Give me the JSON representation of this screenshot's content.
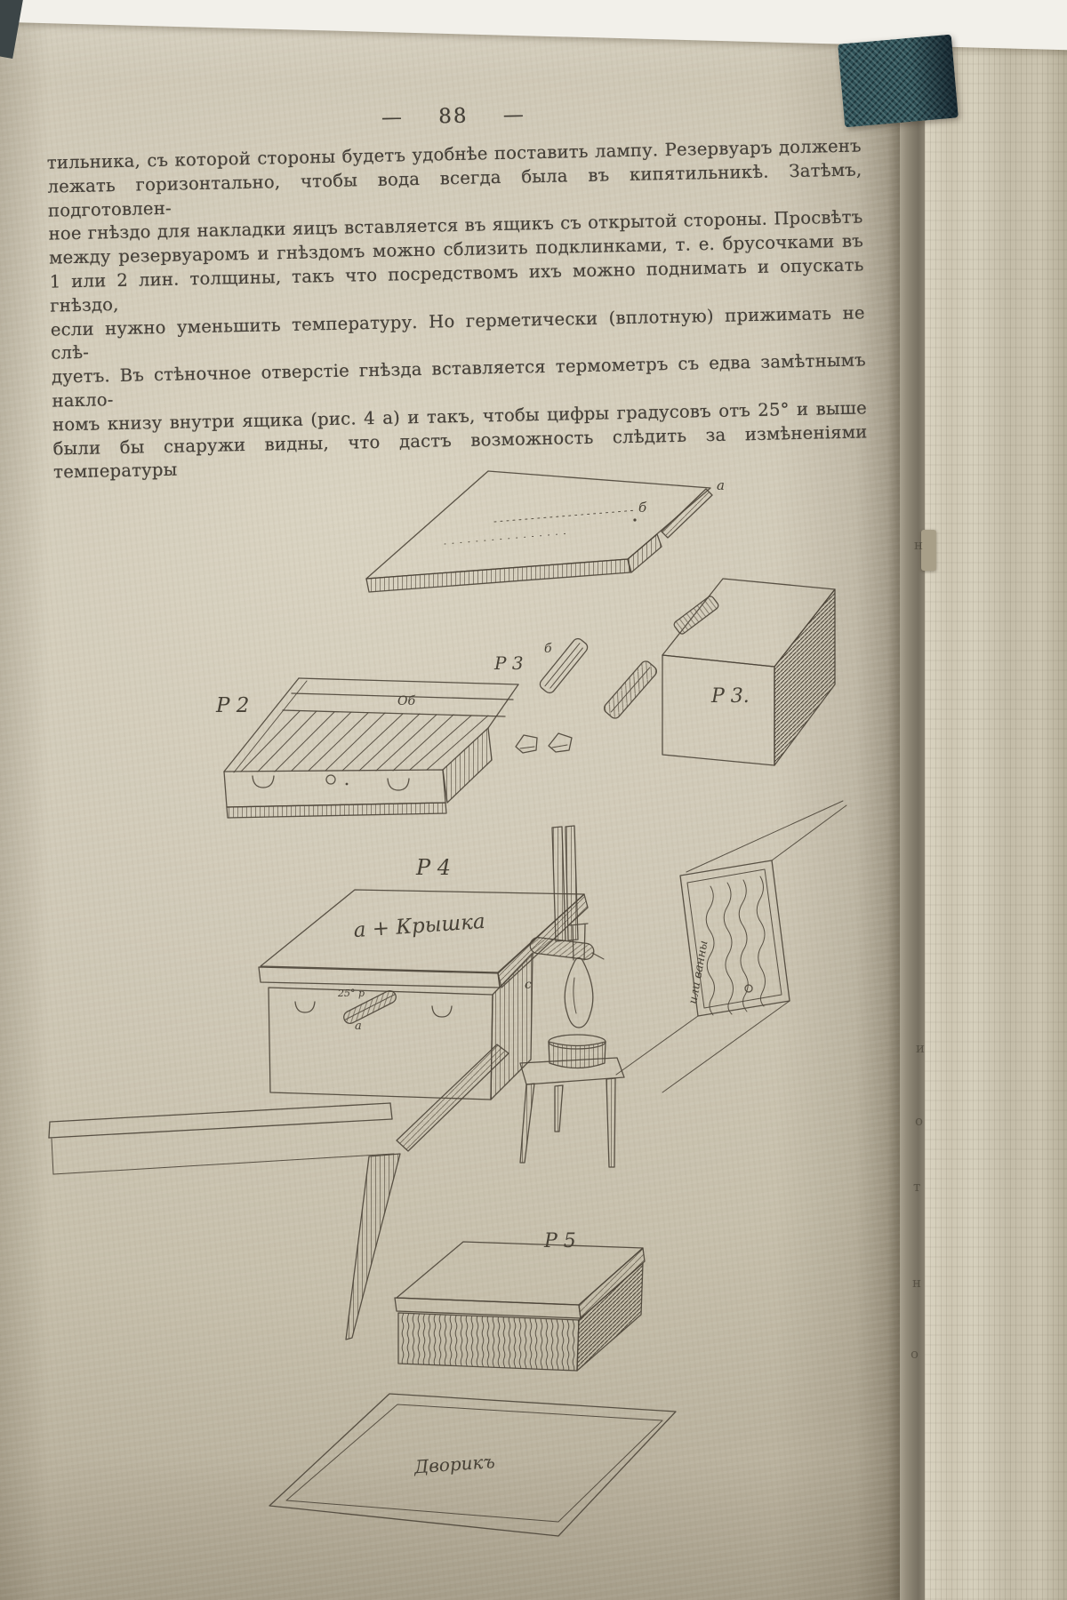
{
  "page": {
    "header": "— 88 —",
    "lines": [
      "тильника, съ которой стороны будетъ удобнѣе поставить лампу. Резервуаръ долженъ",
      "лежать горизонтально, чтобы вода всегда была въ кипятильникѣ. Затѣмъ, подготовлен-",
      "ное гнѣздо для накладки яицъ вставляется въ ящикъ съ открытой стороны. Просвѣтъ",
      "между резервуаромъ и гнѣздомъ можно сблизить подклинками, т. е. брусочками въ",
      "1 или 2 лин. толщины, такъ что посредствомъ ихъ можно поднимать и опускать гнѣздо,",
      "если нужно уменьшить температуру. Но герметически (вплотную) прижимать не слѣ-",
      "дуетъ. Въ стѣночное отверстіе гнѣзда вставляется термометръ съ едва замѣтнымъ накло-",
      "номъ книзу внутри ящика (рис. 4 а) и такъ, чтобы цифры градусовъ отъ 25° и выше",
      "были бы снаружи видны, что дастъ возможность слѣдить за измѣненіями температуры"
    ]
  },
  "figures": {
    "lid": {
      "label_b": "б",
      "label_a": "a"
    },
    "fig2": {
      "label": "Р 2",
      "rim_label": "Об"
    },
    "cleats": {
      "label": "Р 3",
      "label_b": "б"
    },
    "fig3": {
      "label": "Р 3."
    },
    "fig4": {
      "label": "Р 4",
      "lid_caption": "а + Крышка",
      "thermometer_label": "25° р",
      "thermometer_sub": "а",
      "flue_label": "с",
      "panel_caption": "или ванны"
    },
    "fig5": {
      "label": "Р 5",
      "floor_caption": "Дворикъ"
    }
  },
  "margin_letters": [
    "н",
    "и",
    "о",
    "т",
    "н",
    "о"
  ]
}
